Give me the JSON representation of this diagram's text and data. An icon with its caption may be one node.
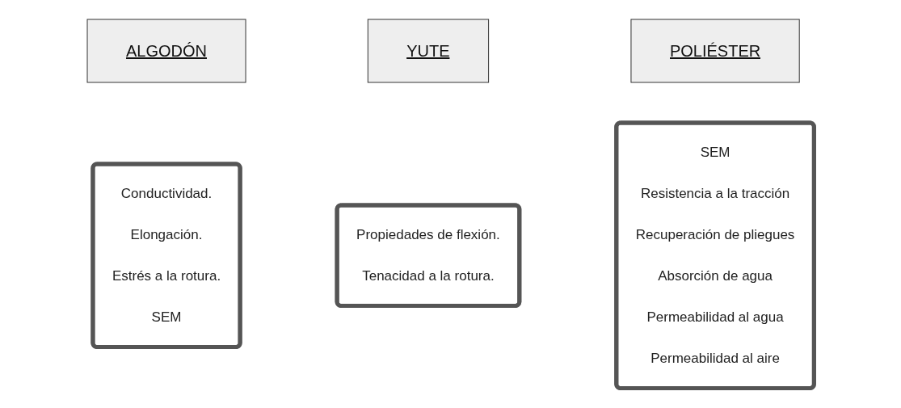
{
  "diagram": {
    "nodes": [
      {
        "text": [
          "ALGODÓN"
        ]
      },
      {
        "text": [
          "Conductividad.",
          "Elongación.",
          "Estrés a la rotura.",
          "SEM"
        ]
      },
      {
        "text": [
          "YUTE"
        ]
      },
      {
        "text": [
          "Propiedades de flexión.",
          "Tenacidad a la rotura."
        ]
      },
      {
        "text": [
          "POLIÉSTER"
        ]
      },
      {
        "text": [
          "SEM",
          "Resistencia a la tracción",
          "Recuperación de pliegues",
          "Absorción de agua",
          "Permeabilidad al agua",
          "Permeabilidad al aire"
        ]
      }
    ],
    "edges": []
  }
}
